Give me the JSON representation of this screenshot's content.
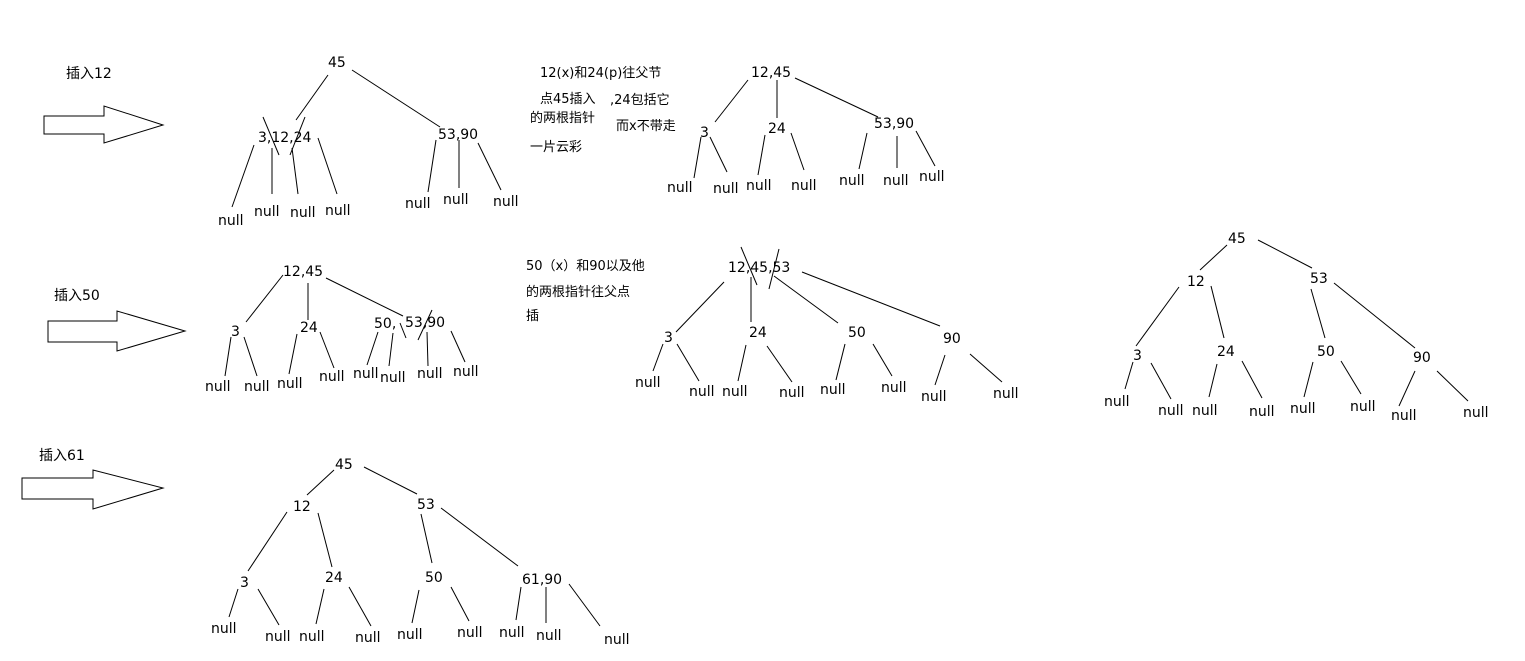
{
  "steps": [
    {
      "label": "插入12"
    },
    {
      "label": "插入50"
    },
    {
      "label": "插入61"
    }
  ],
  "notes": {
    "row1": [
      "12(x)和24(p)往父节",
      "点45插入",
      ",24包括它",
      "的两根指针",
      "而x不带走",
      "一片云彩"
    ],
    "row2": [
      "50（x）和90以及他",
      "的两根指针往父点",
      "插"
    ]
  },
  "trees": {
    "t1": {
      "root": "45",
      "left": "3,12,24",
      "right": "53,90",
      "null_text": "null"
    },
    "t2": {
      "root": "12,45",
      "a": "3",
      "b": "24",
      "c": "53,90",
      "null_text": "null"
    },
    "t3": {
      "root": "12,45",
      "a": "3",
      "b": "24",
      "c": "50,",
      "d": "53,90",
      "null_text": "null"
    },
    "t4": {
      "root": "12,45,53",
      "a": "3",
      "b": "24",
      "c": "50",
      "d": "90",
      "null_text": "null"
    },
    "t5": {
      "root": "45",
      "l": "12",
      "r": "53",
      "a": "3",
      "b": "24",
      "c": "50",
      "d": "90",
      "null_text": "null"
    },
    "t6": {
      "root": "45",
      "l": "12",
      "r": "53",
      "a": "3",
      "b": "24",
      "c": "50",
      "d": "61,90",
      "null_text": "null"
    }
  },
  "colors": {
    "stroke": "#000000",
    "arrow_fill": "#ffffff"
  }
}
